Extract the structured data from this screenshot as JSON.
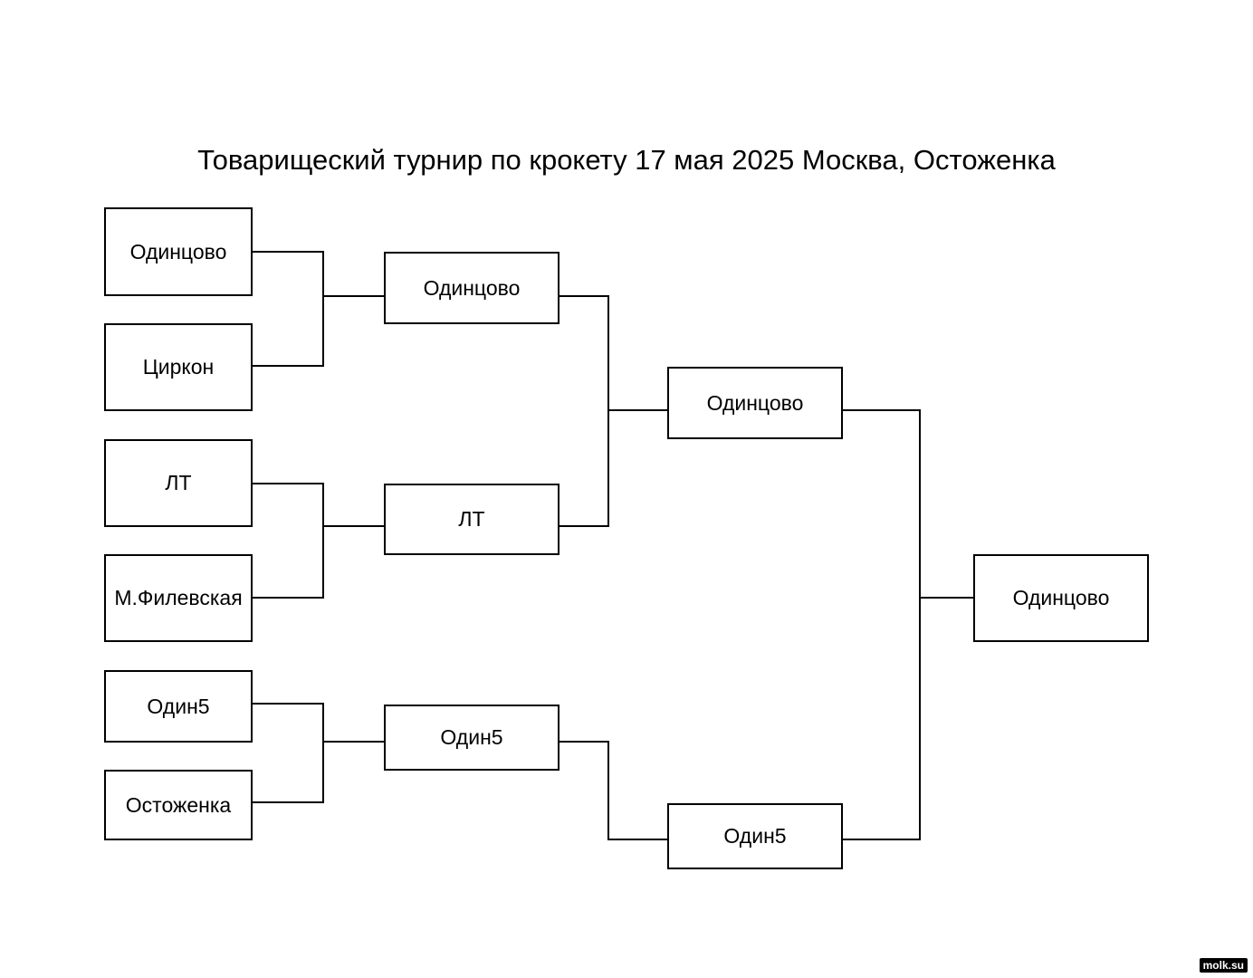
{
  "title": "Товарищеский турнир по крокету 17 мая 2025 Москва, Остоженка",
  "watermark": "molk.su",
  "bracket": {
    "round1": [
      "Одинцово",
      "Циркон",
      "ЛТ",
      "М.Филевская",
      "Один5",
      "Остоженка"
    ],
    "round2": [
      "Одинцово",
      "ЛТ",
      "Один5"
    ],
    "round3": [
      "Одинцово",
      "Один5"
    ],
    "final": "Одинцово"
  },
  "colors": {
    "line": "#000000",
    "background": "#ffffff"
  }
}
